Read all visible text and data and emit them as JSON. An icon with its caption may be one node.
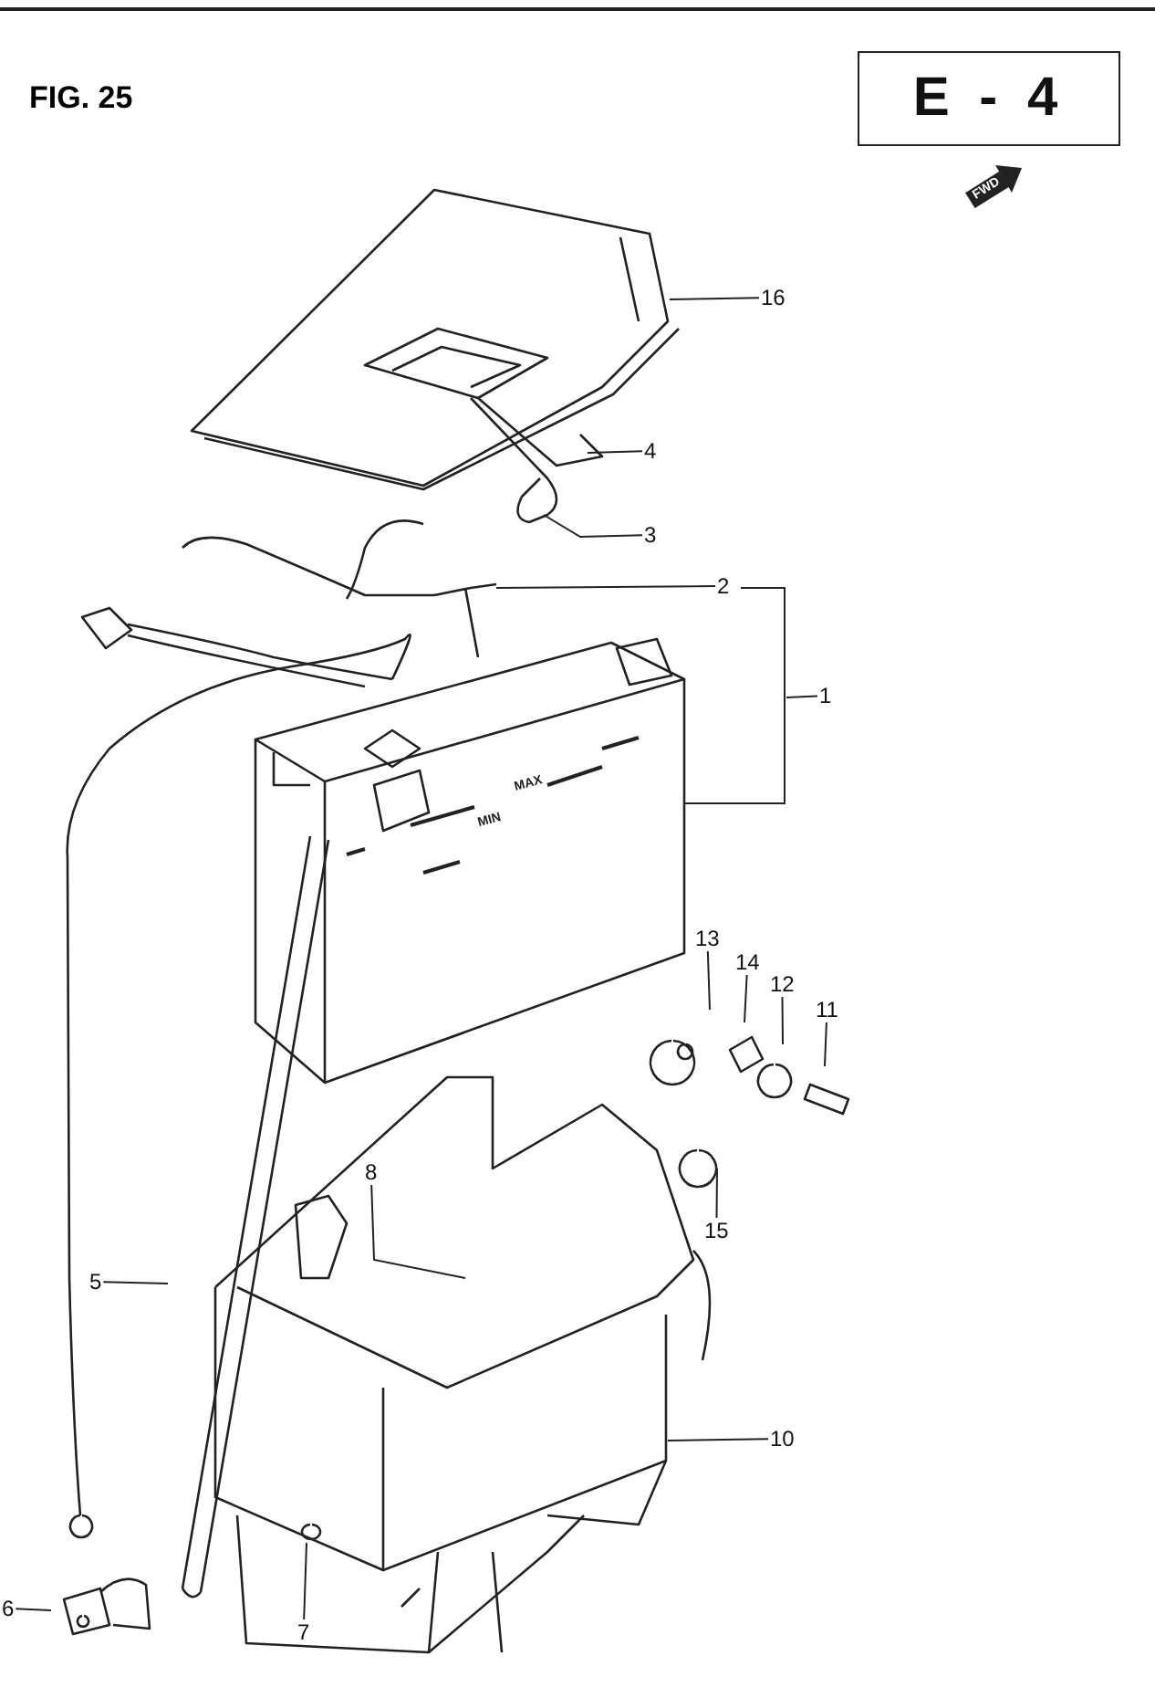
{
  "diagram": {
    "title": "FIG. 25",
    "nodes": [
      {
        "text": [
          "E - 4"
        ]
      },
      {
        "text": [
          "16"
        ]
      },
      {
        "text": [
          "4"
        ]
      },
      {
        "text": [
          "3"
        ]
      },
      {
        "text": [
          "2"
        ]
      },
      {
        "text": [
          "1"
        ]
      },
      {
        "text": [
          "13"
        ]
      },
      {
        "text": [
          "14"
        ]
      },
      {
        "text": [
          "12"
        ]
      },
      {
        "text": [
          "11"
        ]
      },
      {
        "text": [
          "8"
        ]
      },
      {
        "text": [
          "15"
        ]
      },
      {
        "text": [
          "5"
        ]
      },
      {
        "text": [
          "10"
        ]
      },
      {
        "text": [
          "6"
        ]
      },
      {
        "text": [
          "7"
        ]
      }
    ],
    "edges": [
      {
        "from": 1,
        "to": null,
        "arrow": "none"
      },
      {
        "from": 2,
        "to": null,
        "arrow": "none"
      },
      {
        "from": 3,
        "to": null,
        "arrow": "none"
      },
      {
        "from": 4,
        "to": null,
        "arrow": "none"
      },
      {
        "from": 5,
        "to": null,
        "arrow": "none"
      },
      {
        "from": 6,
        "to": null,
        "arrow": "none"
      },
      {
        "from": 7,
        "to": null,
        "arrow": "none"
      },
      {
        "from": 8,
        "to": null,
        "arrow": "none"
      },
      {
        "from": 9,
        "to": null,
        "arrow": "none"
      },
      {
        "from": 10,
        "to": null,
        "arrow": "none"
      },
      {
        "from": 11,
        "to": null,
        "arrow": "none"
      },
      {
        "from": 12,
        "to": null,
        "arrow": "none"
      },
      {
        "from": 13,
        "to": null,
        "arrow": "none"
      },
      {
        "from": 14,
        "to": null,
        "arrow": "none"
      },
      {
        "from": 15,
        "to": null,
        "arrow": "none"
      }
    ],
    "labels": [
      "FWD",
      "MAX",
      "MIN"
    ]
  }
}
